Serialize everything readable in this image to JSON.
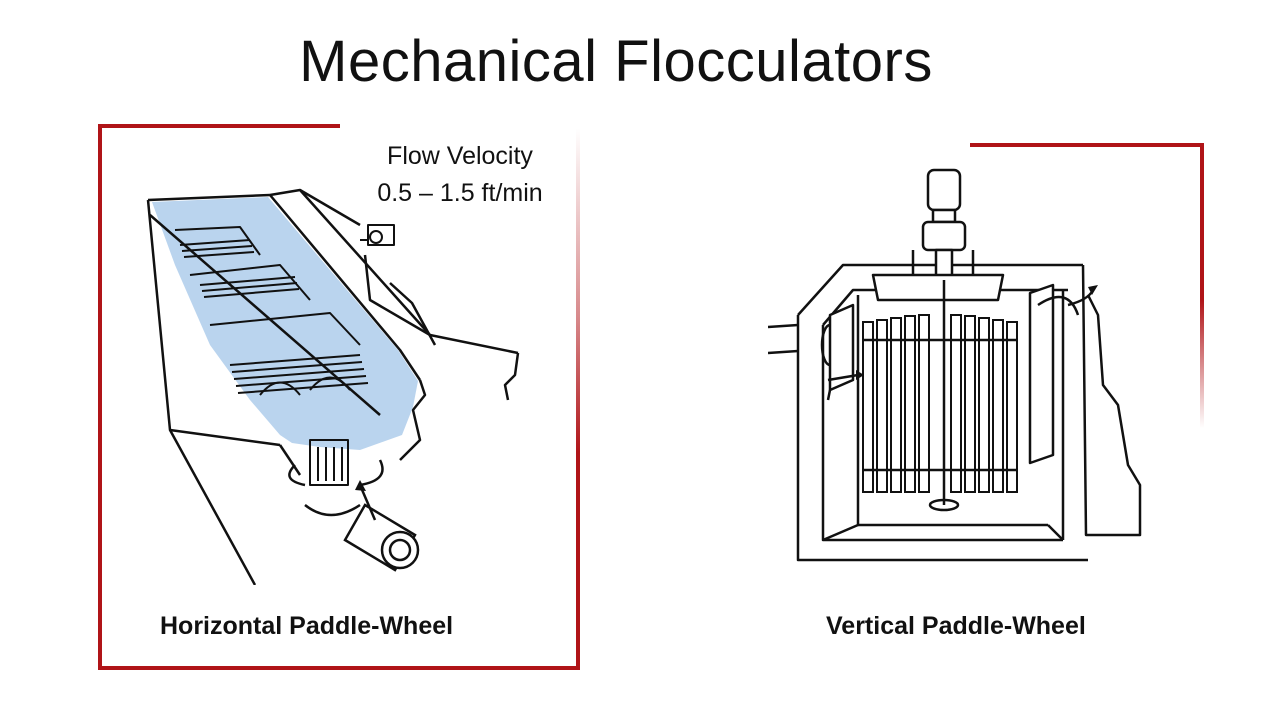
{
  "slide": {
    "title": "Mechanical Flocculators",
    "flow_velocity": {
      "line1": "Flow Velocity",
      "line2": "0.5 – 1.5 ft/min"
    },
    "captions": {
      "left": "Horizontal Paddle-Wheel",
      "right": "Vertical Paddle-Wheel"
    },
    "colors": {
      "accent": "#b01418",
      "water": "#a9c9ea"
    }
  }
}
